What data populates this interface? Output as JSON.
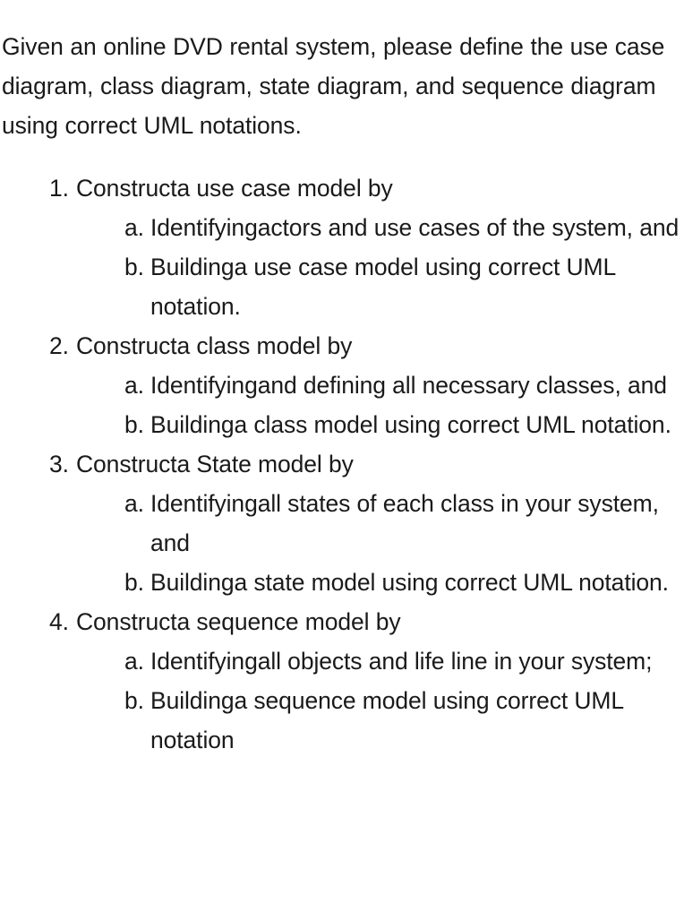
{
  "document": {
    "intro": "Given an online DVD rental system, please define the use case diagram, class diagram, state diagram, and sequence diagram using correct UML notations.",
    "items": [
      {
        "marker": "1.",
        "text": "Constructa use case model by",
        "subitems": [
          {
            "marker": "a.",
            "text": "Identifyingactors and use cases of the system, and"
          },
          {
            "marker": "b.",
            "text": "Buildinga use case model using correct UML notation."
          }
        ]
      },
      {
        "marker": "2.",
        "text": "Constructa class model by",
        "subitems": [
          {
            "marker": "a.",
            "text": "Identifyingand defining all necessary classes, and"
          },
          {
            "marker": "b.",
            "text": "Buildinga class model using correct UML notation."
          }
        ]
      },
      {
        "marker": "3.",
        "text": "Constructa State model by",
        "subitems": [
          {
            "marker": "a.",
            "text": "Identifyingall states of each class in your system, and"
          },
          {
            "marker": "b.",
            "text": "Buildinga state model using correct UML notation."
          }
        ]
      },
      {
        "marker": "4.",
        "text": "Constructa sequence model by",
        "subitems": [
          {
            "marker": "a.",
            "text": "Identifyingall objects and life line in your system;"
          },
          {
            "marker": "b.",
            "text": "Buildinga sequence model using correct UML notation"
          }
        ]
      }
    ]
  },
  "colors": {
    "background": "#ffffff",
    "text": "#1a1a1a"
  }
}
